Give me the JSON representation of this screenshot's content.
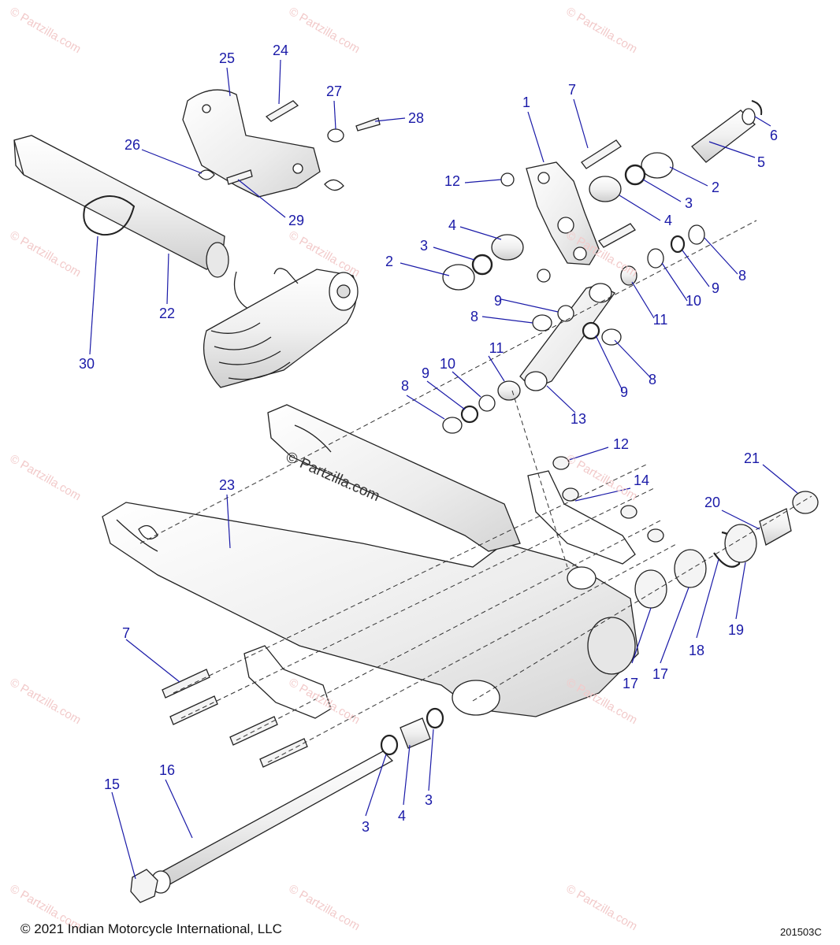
{
  "watermark": "© Partzilla.com",
  "footer": {
    "copyright": "© 2021 Indian Motorcycle International, LLC",
    "diagram_code": "201503C"
  },
  "callouts": [
    {
      "id": "c25",
      "label": "25"
    },
    {
      "id": "c24",
      "label": "24"
    },
    {
      "id": "c27",
      "label": "27"
    },
    {
      "id": "c28",
      "label": "28"
    },
    {
      "id": "c26",
      "label": "26"
    },
    {
      "id": "c29",
      "label": "29"
    },
    {
      "id": "c22",
      "label": "22"
    },
    {
      "id": "c30",
      "label": "30"
    },
    {
      "id": "c1",
      "label": "1"
    },
    {
      "id": "c7a",
      "label": "7"
    },
    {
      "id": "c6",
      "label": "6"
    },
    {
      "id": "c5",
      "label": "5"
    },
    {
      "id": "c12a",
      "label": "12"
    },
    {
      "id": "c2a",
      "label": "2"
    },
    {
      "id": "c3a",
      "label": "3"
    },
    {
      "id": "c4a",
      "label": "4"
    },
    {
      "id": "c4b",
      "label": "4"
    },
    {
      "id": "c3b",
      "label": "3"
    },
    {
      "id": "c2b",
      "label": "2"
    },
    {
      "id": "c8a",
      "label": "8"
    },
    {
      "id": "c9a",
      "label": "9"
    },
    {
      "id": "c10a",
      "label": "10"
    },
    {
      "id": "c11a",
      "label": "11"
    },
    {
      "id": "c9b",
      "label": "9"
    },
    {
      "id": "c8b",
      "label": "8"
    },
    {
      "id": "c8c",
      "label": "8"
    },
    {
      "id": "c9c",
      "label": "9"
    },
    {
      "id": "c11b",
      "label": "11"
    },
    {
      "id": "c10b",
      "label": "10"
    },
    {
      "id": "c9d",
      "label": "9"
    },
    {
      "id": "c8d",
      "label": "8"
    },
    {
      "id": "c13",
      "label": "13"
    },
    {
      "id": "c12b",
      "label": "12"
    },
    {
      "id": "c14",
      "label": "14"
    },
    {
      "id": "c21",
      "label": "21"
    },
    {
      "id": "c20",
      "label": "20"
    },
    {
      "id": "c23",
      "label": "23"
    },
    {
      "id": "c19",
      "label": "19"
    },
    {
      "id": "c18",
      "label": "18"
    },
    {
      "id": "c17a",
      "label": "17"
    },
    {
      "id": "c17b",
      "label": "17"
    },
    {
      "id": "c7b",
      "label": "7"
    },
    {
      "id": "c16",
      "label": "16"
    },
    {
      "id": "c15",
      "label": "15"
    },
    {
      "id": "c3c",
      "label": "3"
    },
    {
      "id": "c4c",
      "label": "4"
    },
    {
      "id": "c3d",
      "label": "3"
    }
  ]
}
